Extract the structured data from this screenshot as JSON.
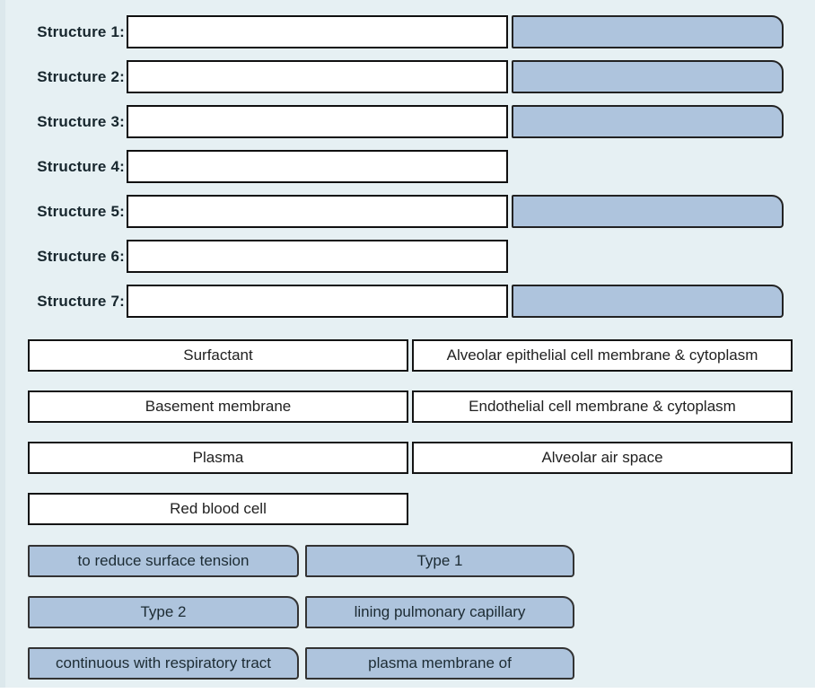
{
  "colors": {
    "page_background": "#e6f0f3",
    "left_strip": "#dce8ec",
    "drop_zone_fill": "#aec4dd",
    "box_border": "#141414",
    "label_text": "#17262d",
    "item_text": "#212121"
  },
  "structure_section": {
    "rows": [
      {
        "label": "Structure 1:",
        "input_value": "",
        "has_drop": true
      },
      {
        "label": "Structure 2:",
        "input_value": "",
        "has_drop": true
      },
      {
        "label": "Structure 3:",
        "input_value": "",
        "has_drop": true
      },
      {
        "label": "Structure 4:",
        "input_value": "",
        "has_drop": false
      },
      {
        "label": "Structure 5:",
        "input_value": "",
        "has_drop": true
      },
      {
        "label": "Structure 6:",
        "input_value": "",
        "has_drop": false
      },
      {
        "label": "Structure 7:",
        "input_value": "",
        "has_drop": true
      }
    ]
  },
  "white_bank": {
    "rows": [
      [
        "Surfactant",
        "Alveolar epithelial cell membrane & cytoplasm"
      ],
      [
        "Basement membrane",
        "Endothelial cell membrane & cytoplasm"
      ],
      [
        "Plasma",
        "Alveolar air space"
      ],
      [
        "Red blood cell"
      ]
    ]
  },
  "blue_bank": {
    "rows": [
      [
        "to reduce surface tension",
        "Type 1"
      ],
      [
        "Type 2",
        "lining pulmonary capillary"
      ],
      [
        "continuous with respiratory tract",
        "plasma membrane of"
      ]
    ]
  }
}
